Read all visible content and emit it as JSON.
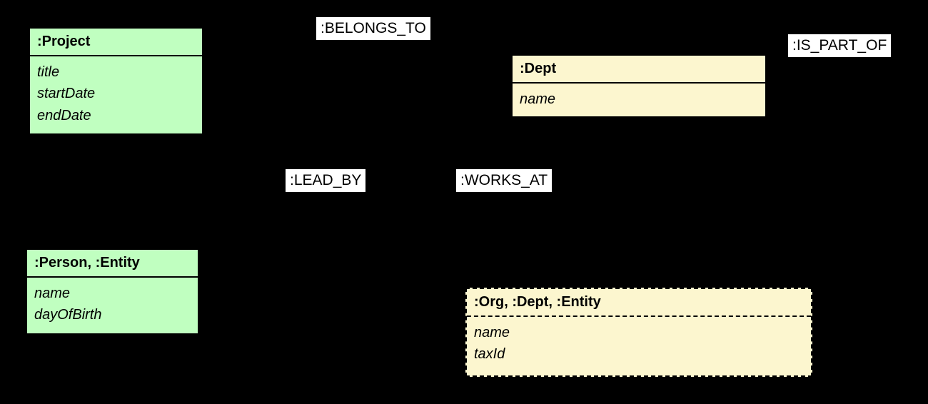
{
  "diagram": {
    "type": "graph-schema",
    "background_color": "#000000",
    "palette": {
      "node_green": "#c0ffc0",
      "node_yellow": "#fcf6cf",
      "border": "#000000",
      "label_background": "#ffffff",
      "text": "#000000"
    }
  },
  "nodes": [
    {
      "id": "project",
      "header": ":Project",
      "fill": "green",
      "border_style": "solid",
      "attributes": [
        "title",
        "startDate",
        "endDate"
      ]
    },
    {
      "id": "dept",
      "header": ":Dept",
      "fill": "yellow",
      "border_style": "solid",
      "attributes": [
        "name"
      ]
    },
    {
      "id": "person",
      "header": ":Person, :Entity",
      "fill": "green",
      "border_style": "solid",
      "attributes": [
        "name",
        "dayOfBirth"
      ]
    },
    {
      "id": "org",
      "header": ":Org, :Dept, :Entity",
      "fill": "yellow",
      "border_style": "dashed",
      "attributes": [
        "name",
        "taxId"
      ]
    }
  ],
  "relationships": [
    {
      "id": "belongs_to",
      "label": ":BELONGS_TO"
    },
    {
      "id": "is_part_of",
      "label": ":IS_PART_OF"
    },
    {
      "id": "lead_by",
      "label": ":LEAD_BY"
    },
    {
      "id": "works_at",
      "label": ":WORKS_AT"
    }
  ]
}
